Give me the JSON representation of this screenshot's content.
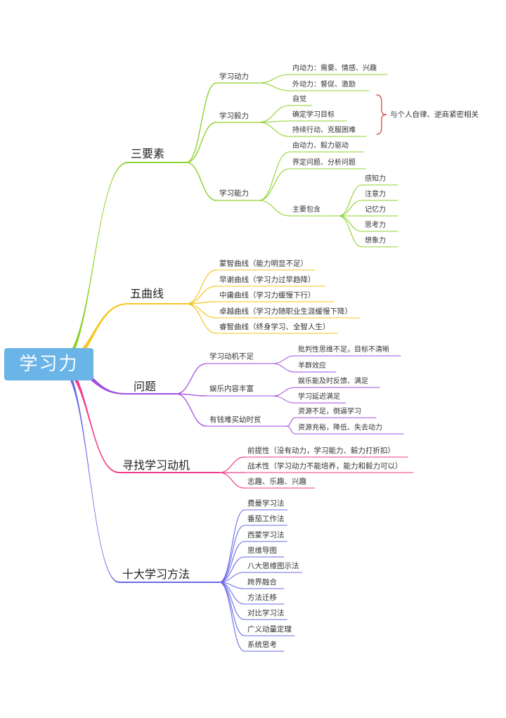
{
  "root": {
    "label": "学习力"
  },
  "colors": {
    "root_box": "#6ab4e8",
    "branch_三要素": "#8fd12e",
    "branch_五曲线": "#f6c623",
    "branch_问题": "#a24ee0",
    "branch_动机": "#f33a8a",
    "branch_方法": "#6a6ae8",
    "bracket": "#d23a3a"
  },
  "branches": [
    {
      "label": "三要素",
      "children": [
        {
          "label": "学习动力",
          "children": [
            {
              "label": "内动力：需要、情感、兴趣"
            },
            {
              "label": "外动力：督促、激励"
            }
          ]
        },
        {
          "label": "学习毅力",
          "children": [
            {
              "label": "自觉"
            },
            {
              "label": "确定学习目标"
            },
            {
              "label": "持续行动、克服困难"
            }
          ]
        },
        {
          "label": "学习能力",
          "children": [
            {
              "label": "由动力、毅力驱动"
            },
            {
              "label": "界定问题、分析问题"
            },
            {
              "label": "主要包含",
              "children": [
                {
                  "label": "感知力"
                },
                {
                  "label": "注意力"
                },
                {
                  "label": "记忆力"
                },
                {
                  "label": "思考力"
                },
                {
                  "label": "想象力"
                }
              ]
            }
          ]
        }
      ]
    },
    {
      "label": "五曲线",
      "children": [
        {
          "label": "蒙智曲线（能力明显不足）"
        },
        {
          "label": "早谢曲线（学习力过早趋降）"
        },
        {
          "label": "中庸曲线（学习力缓慢下行）"
        },
        {
          "label": "卓越曲线（学习力随职业生涯缓慢下降）"
        },
        {
          "label": "睿智曲线（终身学习、全智人生）"
        }
      ]
    },
    {
      "label": "问题",
      "children": [
        {
          "label": "学习动机不足",
          "children": [
            {
              "label": "批判性思维不足，目标不清晰"
            },
            {
              "label": "羊群效应"
            }
          ]
        },
        {
          "label": "娱乐内容丰富",
          "children": [
            {
              "label": "娱乐能及时反馈、满足"
            },
            {
              "label": "学习延迟满足"
            }
          ]
        },
        {
          "label": "有钱难买幼时贫",
          "children": [
            {
              "label": "资源不足，倒逼学习"
            },
            {
              "label": "资源充裕，降低、失去动力"
            }
          ]
        }
      ]
    },
    {
      "label": "寻找学习动机",
      "children": [
        {
          "label": "前提性（没有动力，学习能力、毅力打折扣）"
        },
        {
          "label": "战术性（学习动力不能培养，能力和毅力可以）"
        },
        {
          "label": "志趣、乐趣、兴趣"
        }
      ]
    },
    {
      "label": "十大学习方法",
      "children": [
        {
          "label": "费曼学习法"
        },
        {
          "label": "番茄工作法"
        },
        {
          "label": "西蒙学习法"
        },
        {
          "label": "思维导图"
        },
        {
          "label": "八大思维图示法"
        },
        {
          "label": "跨界融合"
        },
        {
          "label": "方法迁移"
        },
        {
          "label": "对比学习法"
        },
        {
          "label": "广义动量定理"
        },
        {
          "label": "系统思考"
        }
      ]
    }
  ],
  "note": {
    "label": "与个人自律、逆商紧密相关"
  }
}
